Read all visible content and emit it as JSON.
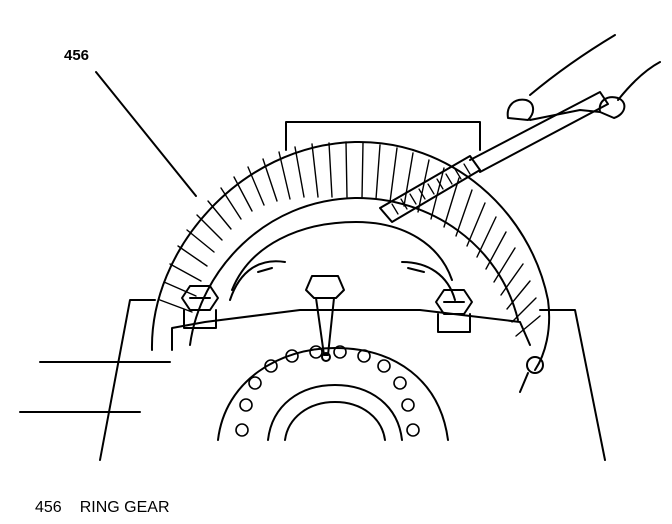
{
  "callout": {
    "number": "456"
  },
  "legend": {
    "number": "456",
    "label": "RING GEAR"
  }
}
